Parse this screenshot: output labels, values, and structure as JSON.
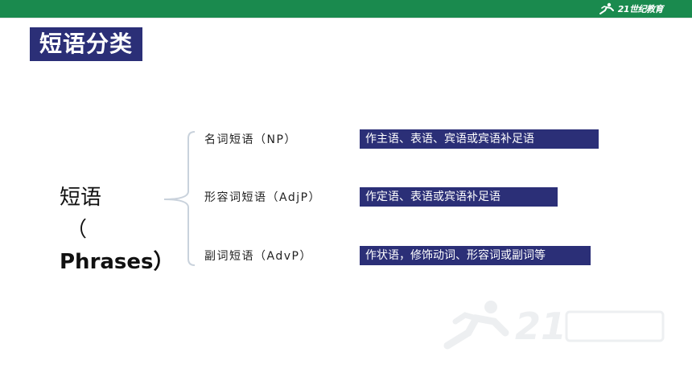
{
  "header": {
    "brand_text": "21世纪教育"
  },
  "title": "短语分类",
  "root": {
    "line1": "短语",
    "line2": "（",
    "line3": "Phrases）"
  },
  "branches": [
    {
      "label": "名词短语（NP）",
      "description": "作主语、表语、宾语或宾语补足语"
    },
    {
      "label": "形容词短语（AdjP）",
      "description": "作定语、表语或宾语补足语"
    },
    {
      "label": "副词短语（AdvP）",
      "description": "作状语，修饰动词、形容词或副词等"
    }
  ],
  "colors": {
    "header_green": "#1a8a4e",
    "box_navy": "#2b2f77",
    "bracket_gray": "#c9d2dc"
  }
}
